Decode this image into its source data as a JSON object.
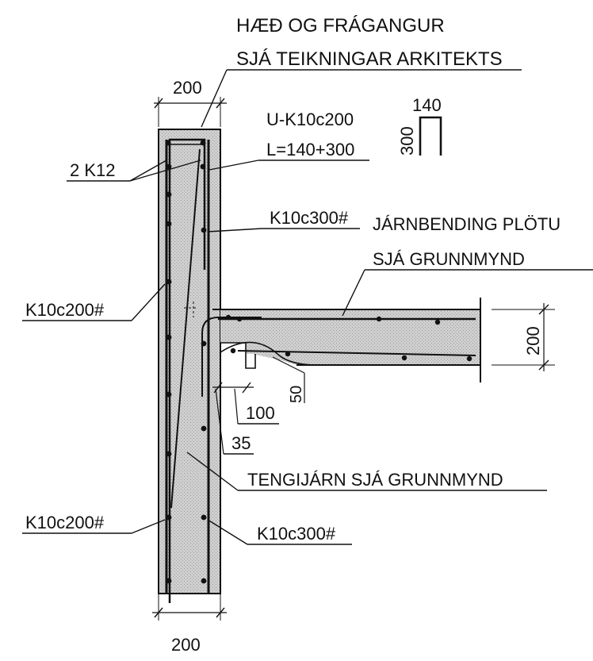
{
  "labels": {
    "title_line1": "HÆÐ OG FRÁGANGUR",
    "title_line2": "SJÁ TEIKNINGAR ARKITEKTS",
    "dim_top": "200",
    "stirrup_spec": "U-K10c200",
    "stirrup_length": "L=140+300",
    "hook_width": "140",
    "hook_height": "300",
    "top_bars": "2 K12",
    "inner_mesh_upper": "K10c300#",
    "slab_rebar_line1": "JÁRNBENDING PLÖTU",
    "slab_rebar_line2": "SJÁ GRUNNMYND",
    "outer_mesh_upper": "K10c200#",
    "slab_thickness": "200",
    "recess_depth": "50",
    "recess_width": "100",
    "offset": "35",
    "dowels": "TENGIJÁRN SJÁ GRUNNMYND",
    "outer_mesh_lower": "K10c200#",
    "inner_mesh_lower": "K10c300#",
    "dim_bottom": "200"
  },
  "colors": {
    "concrete_fill": "#c9c9c9",
    "line": "#111111",
    "background": "#ffffff"
  }
}
